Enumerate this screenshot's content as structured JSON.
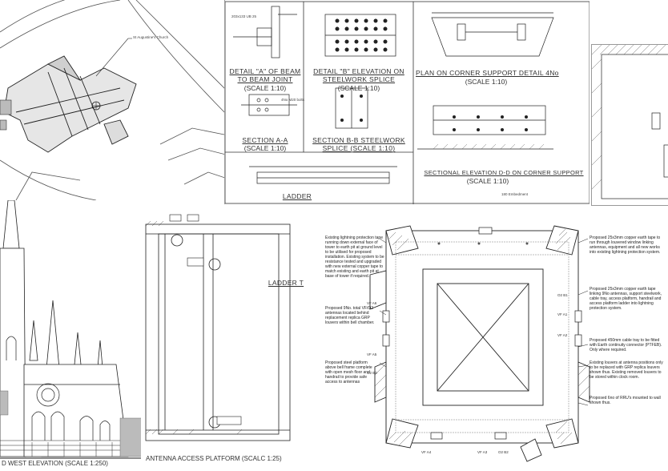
{
  "site_plan": {
    "church_label": "St Augustine's Church"
  },
  "elevation": {
    "caption": "D WEST ELEVATION (SCALE 1:250)"
  },
  "platform": {
    "caption": "ANTENNA ACCESS PLATFORM (SCALC 1:25)"
  },
  "details": {
    "detail_a_title_1": "DETAIL \"A\" OF BEAM",
    "detail_a_title_2": "TO BEAM JOINT",
    "detail_a_scale": "(SCALE 1:10)",
    "detail_b_title_1": "DETAIL \"B\" ELEVATION ON",
    "detail_b_title_2": "STEELWORK SPLICE",
    "detail_b_scale": "(SCALE 1:10)",
    "plan_title": "PLAN ON CORNER SUPPORT DETAIL 4No",
    "plan_scale": "(SCALE 1:10)",
    "section_aa_title": "SECTION A-A",
    "section_aa_scale": "(SCALE 1:10)",
    "section_bb_title_1": "SECTION B-B STEELWORK",
    "section_bb_title_2": "SPLICE (SCALE 1:10)",
    "sect_elev_title": "SECTIONAL ELEVATION D-D ON CORNER SUPPORT",
    "sect_elev_scale": "(SCALE 1:10)",
    "ladder_title": "LADDER",
    "ladder_title_2": "LADDER T",
    "beam_label": "203x133 UB 25",
    "m20_label": "4No M20 bolts",
    "embedment": "180 Embedment"
  },
  "tower_plan": {
    "notes_left": [
      "Existing lightning protection tape running down external face of tower to earth pit at ground level to be utilised for proposed installation. Existing system to be resistance tested and upgraded with new external copper tape to match existing and earth pit at base of tower if required.",
      "Proposed 9No. total VF/O2 antennas located behind replacement replica GRP louvers within bell chamber.",
      "Proposed steel platform above bell frame complete with open mesh floor and handrail to provide safe access to antennas"
    ],
    "notes_right": [
      "Proposed 25x3mm copper earth tape to run through louvered window linking antennas, equipment and all new works into existing lightning protection system.",
      "Proposed 25x3mm copper earth tape linking 9No antennas, support steelwork, cable tray, access platform, handrail and access platform ladder into lightning protection system.",
      "Proposed 450mm cable tray to be fitted with Earth continuity connector (PTFEB). Only where required.",
      "Existing louvers at antenna positions only to be replaced with GRP replica louvers shown thus. Existing removed louvers to be stored within clock room.",
      "Proposed 6no of RRU's mounted to wall shown thus."
    ],
    "antenna_labels": [
      "VF A6",
      "VF A5",
      "O2 B3",
      "O2 B1",
      "VF A1",
      "VF A2",
      "VF A4",
      "VF A3",
      "O2 B2"
    ]
  }
}
